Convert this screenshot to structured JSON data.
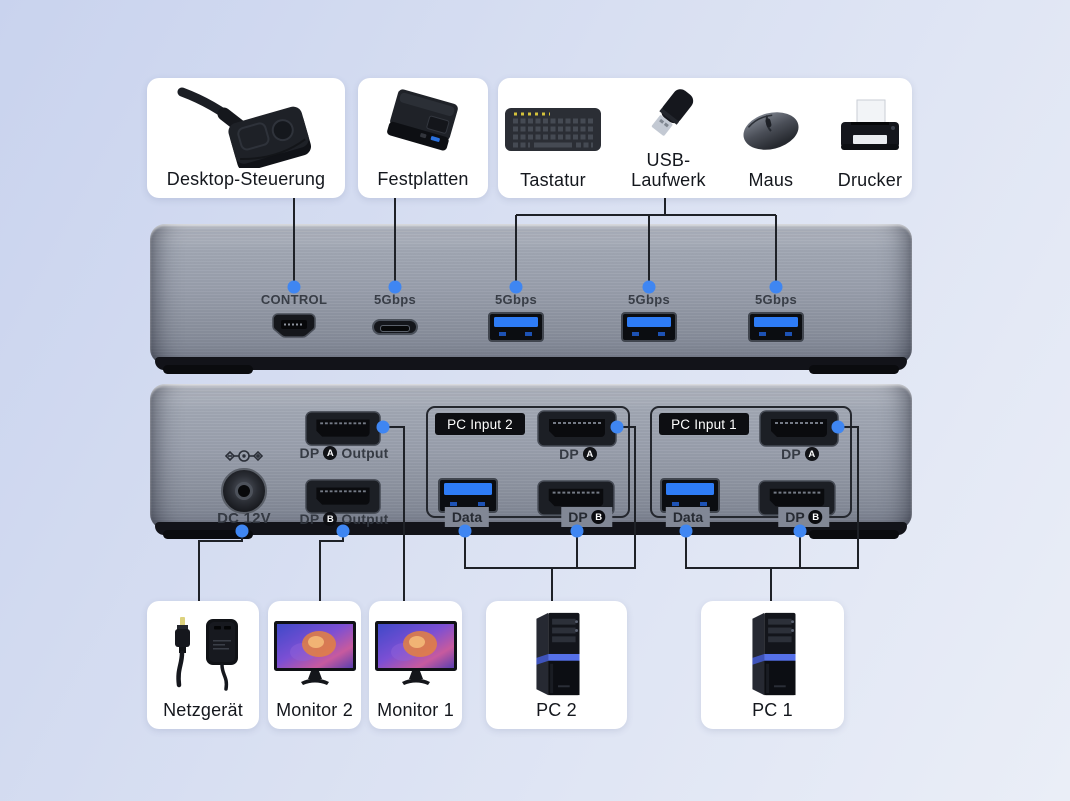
{
  "colors": {
    "bg_top": "#c9d3ee",
    "bg_mid": "#d9e0f2",
    "bg_bottom": "#eaeef7",
    "accent_dot": "#3f86f2",
    "usb_blue": "#2e7cf6",
    "line": "#1e2127",
    "device_text": "#31363f"
  },
  "top_row": {
    "desktop_control": {
      "label": "Desktop-Steuerung"
    },
    "hard_drive": {
      "label": "Festplatten"
    },
    "peripherals": {
      "keyboard": {
        "label": "Tastatur"
      },
      "usb_drive": {
        "label_line1": "USB-",
        "label_line2": "Laufwerk"
      },
      "mouse": {
        "label": "Maus"
      },
      "printer": {
        "label": "Drucker"
      }
    }
  },
  "front_panel": {
    "control": {
      "label": "CONTROL"
    },
    "usb_c": {
      "label": "5Gbps"
    },
    "usb_a_1": {
      "label": "5Gbps"
    },
    "usb_a_2": {
      "label": "5Gbps"
    },
    "usb_a_3": {
      "label": "5Gbps"
    }
  },
  "back_panel": {
    "dc_power": {
      "label": "DC 12V"
    },
    "dp_a_output": {
      "prefix": "DP",
      "badge": "A",
      "suffix": "Output"
    },
    "dp_b_output": {
      "prefix": "DP",
      "badge": "B",
      "suffix": "Output"
    },
    "pc_input_2": {
      "title": "PC Input 2",
      "data_label": "Data",
      "dp_a": {
        "prefix": "DP",
        "badge": "A"
      },
      "dp_b": {
        "prefix": "DP",
        "badge": "B"
      }
    },
    "pc_input_1": {
      "title": "PC Input 1",
      "data_label": "Data",
      "dp_a": {
        "prefix": "DP",
        "badge": "A"
      },
      "dp_b": {
        "prefix": "DP",
        "badge": "B"
      }
    }
  },
  "bottom_row": {
    "power_adapter": {
      "label": "Netzgerät"
    },
    "monitor_2": {
      "label": "Monitor 2"
    },
    "monitor_1": {
      "label": "Monitor 1"
    },
    "pc_2": {
      "label": "PC 2"
    },
    "pc_1": {
      "label": "PC 1"
    }
  }
}
